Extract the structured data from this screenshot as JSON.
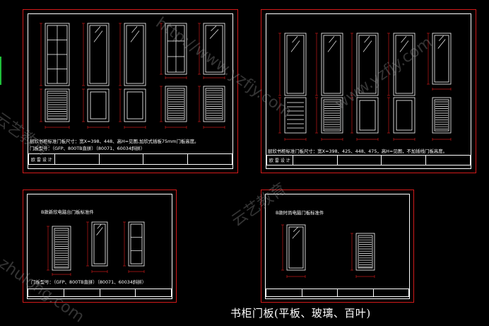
{
  "colors": {
    "frame": "#d21a1a",
    "line": "#ffffff",
    "dim": "#c01818",
    "mullion": "#ffffff",
    "background": "#000000"
  },
  "sheets": {
    "top_left": {
      "note_1": "厨欣书柜标准门板尺寸：宽X=398、448、高H=见图,加欣式插板75mm门板高度。",
      "note_2": "门板型号：（GFP、800TB直拼）（80071、60034斜拼）",
      "logo": "欧 雷 设 计"
    },
    "top_right": {
      "note_1": "厨欣书柜标准门板尺寸：宽X=398、425、448、475，高H=见图，不加插线门板高度。",
      "logo": "欧 雷 设 计"
    },
    "bottom_left": {
      "title": "B款新欣电脑台门板标准件",
      "note_1": "门板型号：（GFP、800TB直拼）（80071、60034斜拼）"
    },
    "bottom_right": {
      "title": "B款时尚电脑门板标准件"
    }
  },
  "caption": "书柜门板(平板、玻璃、百叶)",
  "watermarks": [
    "zhulong.com",
    "www.yzfjy.com",
    "云艺教育",
    "http://www.yzfjy.com",
    "云艺教育"
  ]
}
